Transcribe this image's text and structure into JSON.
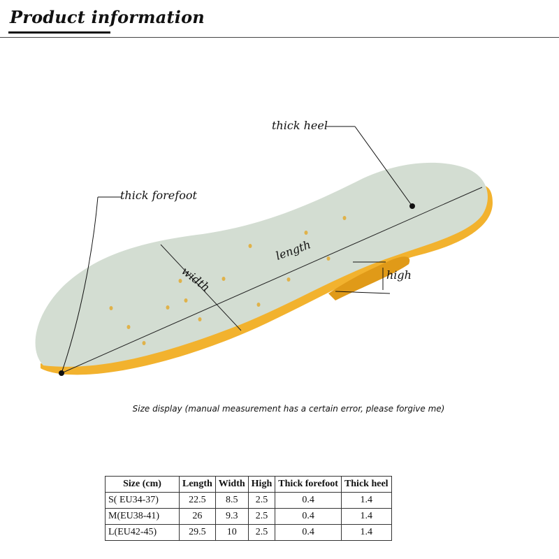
{
  "header": {
    "title": "Product information"
  },
  "diagram": {
    "labels": {
      "thick_heel": "thick heel",
      "thick_forefoot": "thick forefoot",
      "length": "length",
      "width": "width",
      "high": "high"
    },
    "colors": {
      "insole_top": "#d3ddd2",
      "insole_sole": "#f2b22e",
      "insole_sole_dark": "#e09a18",
      "holes": "#e0b24a"
    }
  },
  "caption": "Size display (manual measurement has a certain error, please forgive me)",
  "size_table": {
    "headers": [
      "Size (cm)",
      "Length",
      "Width",
      "High",
      "Thick forefoot",
      "Thick heel"
    ],
    "rows": [
      [
        "S( EU34-37)",
        "22.5",
        "8.5",
        "2.5",
        "0.4",
        "1.4"
      ],
      [
        "M(EU38-41)",
        "26",
        "9.3",
        "2.5",
        "0.4",
        "1.4"
      ],
      [
        "L(EU42-45)",
        "29.5",
        "10",
        "2.5",
        "0.4",
        "1.4"
      ]
    ]
  }
}
